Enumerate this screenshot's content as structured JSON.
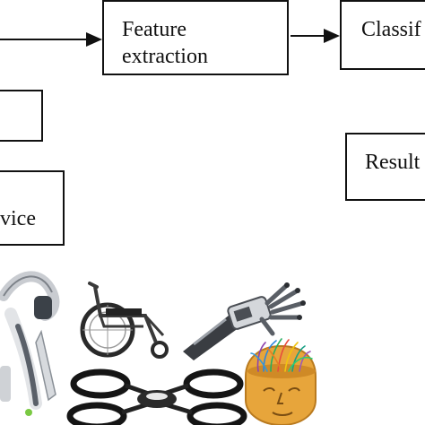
{
  "boxes": {
    "feature_extraction": {
      "line1": "Feature",
      "line2": "extraction"
    },
    "classification": {
      "label": "Classif"
    },
    "result": {
      "label": "Result"
    },
    "device": {
      "line2": "vice"
    }
  },
  "icons": {
    "eeg_headset": "eeg-headset-icon",
    "wheelchair": "wheelchair-icon",
    "robotic_arm": "robotic-arm-icon",
    "drone": "quadcopter-drone-icon",
    "brain_head": "brain-head-icon"
  },
  "colors": {
    "line": "#111111",
    "background": "#ffffff"
  }
}
